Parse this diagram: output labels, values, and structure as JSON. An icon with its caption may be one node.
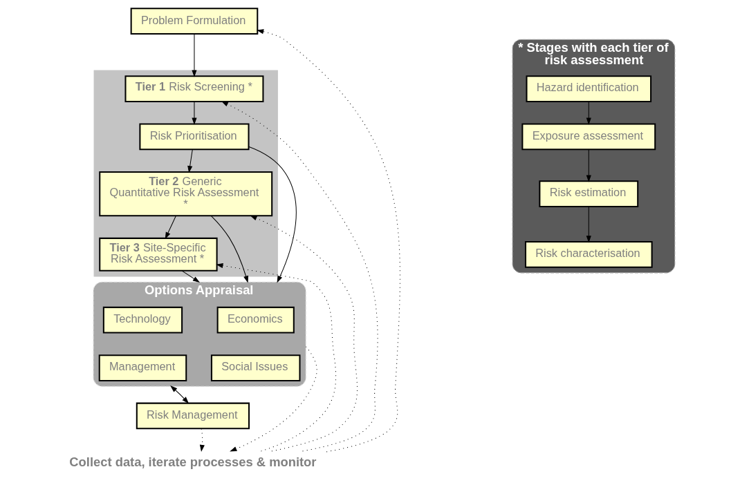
{
  "diagram": {
    "nodes": [
      {
        "text": [
          "Problem Formulation"
        ]
      },
      {
        "text": [],
        "shape": "box"
      },
      {
        "text": [
          "Risk Prioritisation"
        ],
        "in": 1
      },
      {
        "text": [
          "**Tier 1** Risk Screening *"
        ],
        "in": 1
      },
      {
        "text": [
          "**Tier 2** Generic Quantitative Risk Assessment *"
        ],
        "in": 1
      },
      {
        "text": [
          "**Tier 3** Site-Specific Risk Assessment *"
        ],
        "in": 1
      },
      {
        "text": [
          "* Stages with each tier of risk assessment"
        ]
      },
      {
        "text": [
          "Hazard identification"
        ],
        "in": 6
      },
      {
        "text": [
          "Exposure assessment"
        ],
        "in": 6
      },
      {
        "text": [
          "Risk estimation"
        ],
        "in": 6
      },
      {
        "text": [
          "Risk characterisation"
        ],
        "in": 6
      },
      {
        "text": [
          "Options Appraisal"
        ]
      },
      {
        "text": [
          "Economics"
        ],
        "in": 11
      },
      {
        "text": [
          "Technology"
        ],
        "in": 11
      },
      {
        "text": [
          "Social Issues"
        ],
        "in": 11
      },
      {
        "text": [
          "Management"
        ],
        "in": 11
      },
      {
        "text": [
          "Risk Management"
        ]
      },
      {
        "text": [
          "Collect data, iterate processes & monitor"
        ]
      }
    ],
    "edges": [
      {
        "from": 0,
        "to": 3,
        "arrow": "to"
      },
      {
        "from": 3,
        "to": 2,
        "arrow": "to"
      },
      {
        "from": 2,
        "to": 4,
        "arrow": "to"
      },
      {
        "from": 4,
        "to": 5,
        "arrow": "to"
      },
      {
        "from": 7,
        "to": 8,
        "arrow": "to"
      },
      {
        "from": 8,
        "to": 9,
        "arrow": "to"
      },
      {
        "from": 9,
        "to": 10,
        "arrow": "to"
      },
      {
        "from": 2,
        "to": 11,
        "arrow": "to"
      },
      {
        "from": 4,
        "to": 11,
        "arrow": "to"
      },
      {
        "from": 5,
        "to": 11,
        "arrow": "to"
      },
      {
        "from": 16,
        "to": 11,
        "arrow": "both"
      },
      {
        "from": 11,
        "to": 17,
        "arrow": "to",
        "style": "dashed"
      },
      {
        "from": 16,
        "to": 17,
        "arrow": "to",
        "style": "dashed"
      },
      {
        "from": 17,
        "to": 0,
        "arrow": "to",
        "style": "dashed"
      },
      {
        "from": 17,
        "to": 3,
        "arrow": "to",
        "style": "dashed"
      },
      {
        "from": 17,
        "to": 4,
        "arrow": "to",
        "style": "dashed"
      },
      {
        "from": 17,
        "to": 5,
        "arrow": "to",
        "style": "dashed"
      }
    ]
  }
}
